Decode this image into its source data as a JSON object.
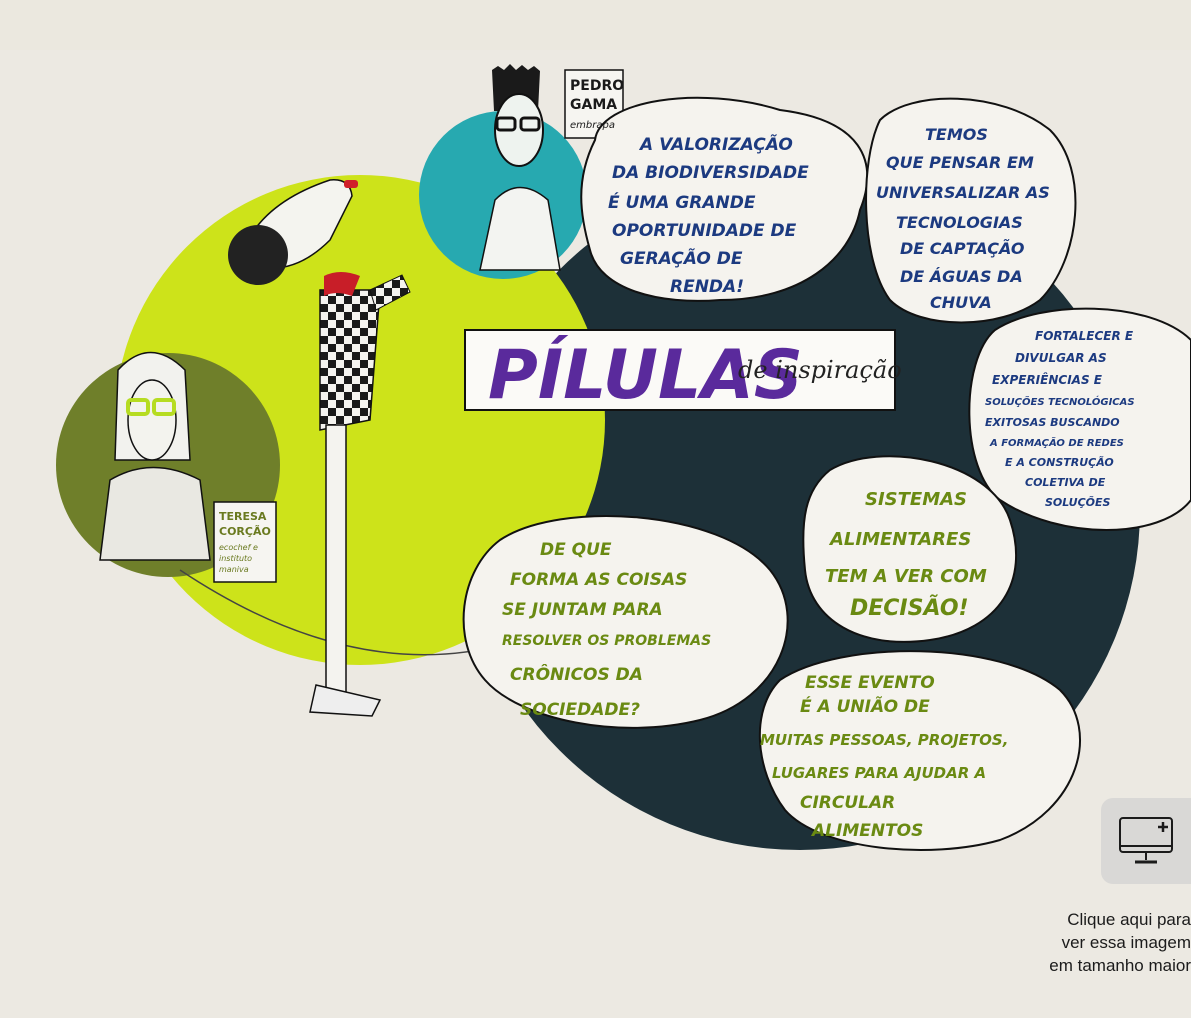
{
  "bubbles": {
    "pedro_quote": [
      "A VALORIZAÇÃO",
      "DA BIODIVERSIDADE",
      "É UMA GRANDE",
      "OPORTUNIDADE DE",
      "GERAÇÃO DE",
      "RENDA!"
    ],
    "temos": [
      "TEMOS",
      "QUE PENSAR EM",
      "UNIVERSALIZAR AS",
      "TECNOLOGIAS",
      "DE CAPTAÇÃO",
      "DE ÁGUAS DA",
      "CHUVA"
    ],
    "fortalecer": [
      "FORTALECER E",
      "DIVULGAR AS",
      "EXPERIÊNCIAS E",
      "SOLUÇÕES TECNOLÓGICAS",
      "EXITOSAS BUSCANDO",
      "A FORMAÇÃO DE REDES",
      "E A CONSTRUÇÃO",
      "COLETIVA DE",
      "SOLUÇÕES"
    ],
    "de_que": [
      "DE QUE",
      "FORMA AS COISAS",
      "SE JUNTAM PARA",
      "RESOLVER OS PROBLEMAS",
      "CRÔNICOS DA",
      "SOCIEDADE?"
    ],
    "sistemas": [
      "SISTEMAS",
      "ALIMENTARES",
      "TEM A VER COM",
      "DECISÃO!"
    ],
    "esse_evento": [
      "ESSE EVENTO",
      "É A UNIÃO DE",
      "MUITAS PESSOAS, PROJETOS,",
      "LUGARES PARA AJUDAR A",
      "CIRCULAR",
      "ALIMENTOS"
    ]
  },
  "labels": {
    "title_main": "PÍLULAS",
    "title_sub": "de inspiração",
    "pedro_name": [
      "PEDRO",
      "GAMA",
      "embrapa"
    ],
    "teresa_name": [
      "TERESA",
      "CORÇÃO",
      "ecochef e",
      "instituto",
      "maniva"
    ]
  },
  "zoom": {
    "icon": "monitor-plus-icon",
    "caption": [
      "Clique aqui para",
      "ver essa imagem",
      "em tamanho maior"
    ]
  },
  "colors": {
    "dark_circle": "#1d3038",
    "lime": "#cde31a",
    "teal": "#27a9b0",
    "olive": "#6f7f2a",
    "purple": "#5a2a9c",
    "blue_text": "#1c3a80",
    "green_text": "#6a8a12"
  }
}
